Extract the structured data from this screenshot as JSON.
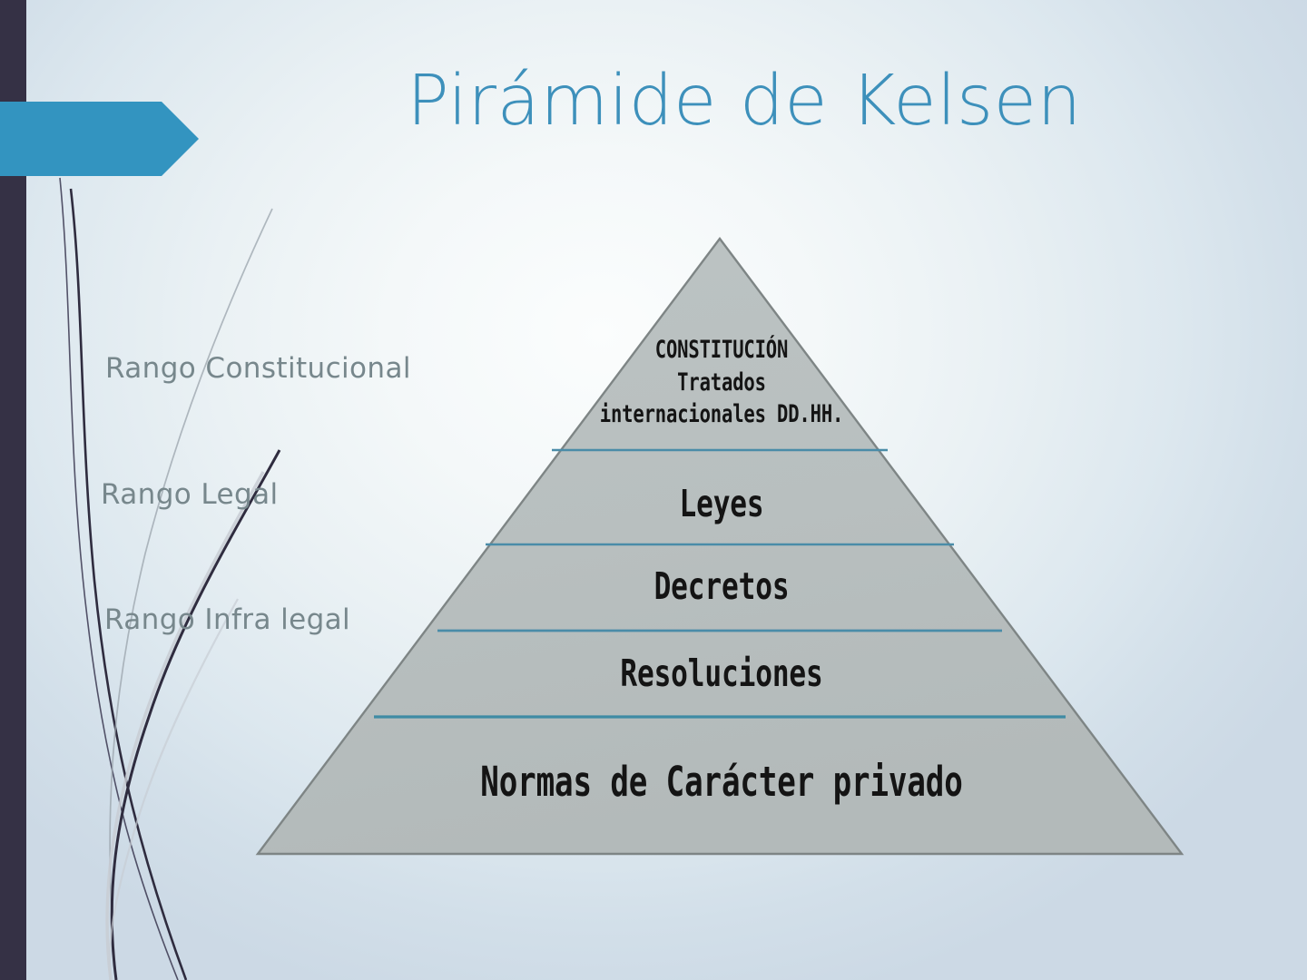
{
  "slide": {
    "title": "Pirámide de Kelsen",
    "title_color": "#3d90bb",
    "background_center_color": "#fbfdfd",
    "background_edge_color": "#ccd9e5",
    "left_band_color": "#353145",
    "accent_color": "#3394c0"
  },
  "arrow": {
    "name": "blue-arrow-banner",
    "fill_color": "#3394c0",
    "label": ""
  },
  "rank_labels": [
    {
      "text": "Rango Constitucional"
    },
    {
      "text": "Rango Legal"
    },
    {
      "text": "Rango Infra legal"
    }
  ],
  "pyramid": {
    "fill_color": "#b9c0c0",
    "outline_color": "#7e8585",
    "divider_color": "#4a8ca8",
    "text_color": "#141414",
    "tiers": [
      {
        "id": "constitucion",
        "text": "CONSTITUCIÓN\nTratados\ninternacionales DD.HH."
      },
      {
        "id": "leyes",
        "text": "Leyes"
      },
      {
        "id": "decretos",
        "text": "Decretos"
      },
      {
        "id": "resoluciones",
        "text": "Resoluciones"
      },
      {
        "id": "normas-privado",
        "text": "Normas de Carácter privado"
      }
    ]
  },
  "chart_data": {
    "type": "pyramid",
    "title": "Pirámide de Kelsen",
    "levels": [
      {
        "rank": 1,
        "label": "CONSTITUCIÓN\nTratados\ninternacionales DD.HH.",
        "group": "Rango Constitucional"
      },
      {
        "rank": 2,
        "label": "Leyes",
        "group": "Rango Legal"
      },
      {
        "rank": 3,
        "label": "Decretos",
        "group": "Rango Legal"
      },
      {
        "rank": 4,
        "label": "Resoluciones",
        "group": "Rango Infra legal"
      },
      {
        "rank": 5,
        "label": "Normas de Carácter privado",
        "group": "Rango Infra legal"
      }
    ],
    "groups": [
      "Rango Constitucional",
      "Rango Legal",
      "Rango Infra legal"
    ],
    "legend_position": "left"
  }
}
